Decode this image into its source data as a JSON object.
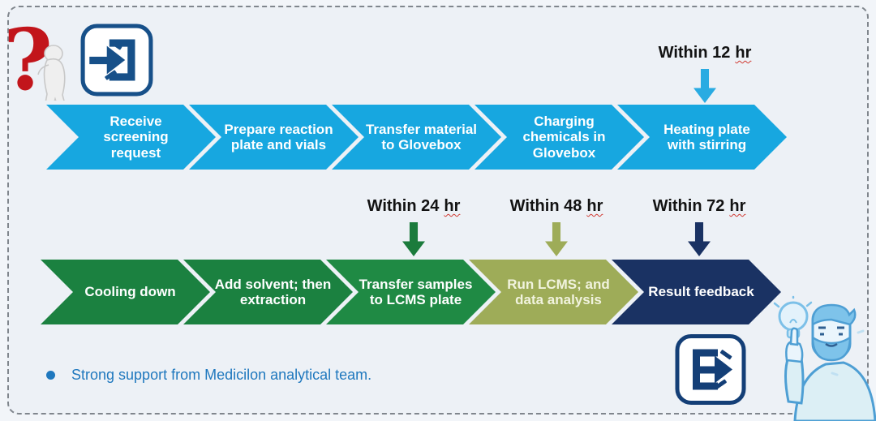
{
  "flow": {
    "top_steps": [
      {
        "label": "Receive screening request",
        "color": "#17A7E0",
        "text_color": "#FFFFFF"
      },
      {
        "label": "Prepare reaction plate and vials",
        "color": "#17A7E0",
        "text_color": "#FFFFFF"
      },
      {
        "label": "Transfer material to Glovebox",
        "color": "#17A7E0",
        "text_color": "#FFFFFF"
      },
      {
        "label": "Charging chemicals in Glovebox",
        "color": "#17A7E0",
        "text_color": "#FFFFFF"
      },
      {
        "label": "Heating plate with stirring",
        "color": "#17A7E0",
        "text_color": "#FFFFFF"
      }
    ],
    "bottom_steps": [
      {
        "label": "Cooling down",
        "color": "#1B8140",
        "text_color": "#FFFFFF"
      },
      {
        "label": "Add solvent; then extraction",
        "color": "#1B8140",
        "text_color": "#FFFFFF"
      },
      {
        "label": "Transfer samples to LCMS plate",
        "color": "#1F8A44",
        "text_color": "#FFFFFF"
      },
      {
        "label": "Run LCMS; and data analysis",
        "color": "#9EAC58",
        "text_color": "#F1F3DE"
      },
      {
        "label": "Result feedback",
        "color": "#1A3263",
        "text_color": "#FFFFFF"
      }
    ],
    "timers": {
      "t12": {
        "prefix": "Within 12",
        "unit": "hr",
        "color": "#29ABE2"
      },
      "t24": {
        "prefix": "Within 24",
        "unit": "hr",
        "color": "#1B7B3C"
      },
      "t48": {
        "prefix": "Within 48",
        "unit": "hr",
        "color": "#9EAC58"
      },
      "t72": {
        "prefix": "Within 72",
        "unit": "hr",
        "color": "#1A3263"
      }
    }
  },
  "note": {
    "text": "Strong support from Medicilon analytical team.",
    "color": "#1F78BE"
  },
  "icons": {
    "question_figure": "thinking-person-with-question-mark",
    "import_icon": "screening-request-in-arrow",
    "export_icon": "result-out-arrow",
    "idea_man": "man-pointing-at-lightbulb"
  },
  "theme": {
    "background": "#EDF1F6",
    "border_dash": "#80868D"
  }
}
